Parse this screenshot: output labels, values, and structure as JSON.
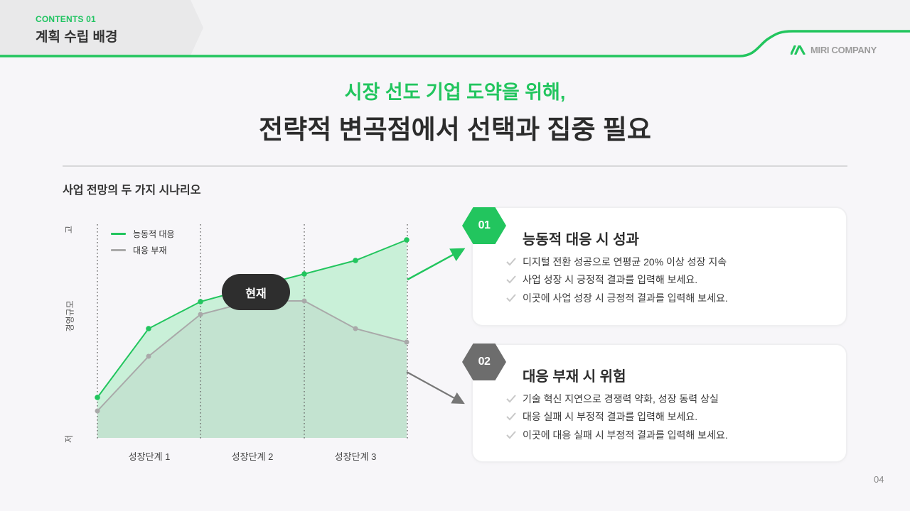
{
  "header": {
    "section_tag": "CONTENTS 01",
    "section_title": "계획 수립 배경",
    "brand_name": "MIRI COMPANY",
    "brand_icon": "miri-logo-icon",
    "accent_color": "#22c55e"
  },
  "headline": {
    "sub": "시장 선도 기업 도약을 위해,",
    "main": "전략적 변곡점에서 선택과 집중 필요"
  },
  "chart_section": {
    "title": "사업 전망의 두 가지 시나리오",
    "now_badge": "현재"
  },
  "chart_data": {
    "type": "area",
    "title": "사업 전망의 두 가지 시나리오",
    "xlabel": "",
    "ylabel": "경영규모",
    "y_axis_high": "고",
    "y_axis_low": "저",
    "categories": [
      "성장단계 1",
      "성장단계 2",
      "성장단계 3"
    ],
    "x": [
      0,
      1,
      2,
      3,
      4,
      5,
      6
    ],
    "ylim": [
      0,
      100
    ],
    "grid": "vertical dotted lines at stage boundaries",
    "legend_position": "top-left",
    "annotation": "현재 (at x=3)",
    "series": [
      {
        "name": "능동적 대응",
        "color": "#22c55e",
        "values": [
          20,
          55,
          69,
          76,
          83,
          90,
          100
        ]
      },
      {
        "name": "대응 부재",
        "color": "#a8a8a8",
        "values": [
          13,
          41,
          62,
          69,
          69,
          55,
          48
        ]
      }
    ]
  },
  "cards": [
    {
      "number": "01",
      "title": "능동적 대응 시 성과",
      "color": "#22c55e",
      "items": [
        "디지털 전환 성공으로 연평균 20% 이상 성장 지속",
        "사업 성장 시 긍정적 결과를 입력해 보세요.",
        "이곳에 사업 성장 시 긍정적 결과를 입력해 보세요."
      ]
    },
    {
      "number": "02",
      "title": "대응 부재 시 위험",
      "color": "#6d6d6d",
      "items": [
        "기술 혁신 지연으로 경쟁력 약화, 성장 동력 상실",
        "대응 실패 시 부정적 결과를 입력해 보세요.",
        "이곳에 대응 실패 시 부정적 결과를 입력해 보세요."
      ]
    }
  ],
  "footer": {
    "page_number": "04"
  }
}
